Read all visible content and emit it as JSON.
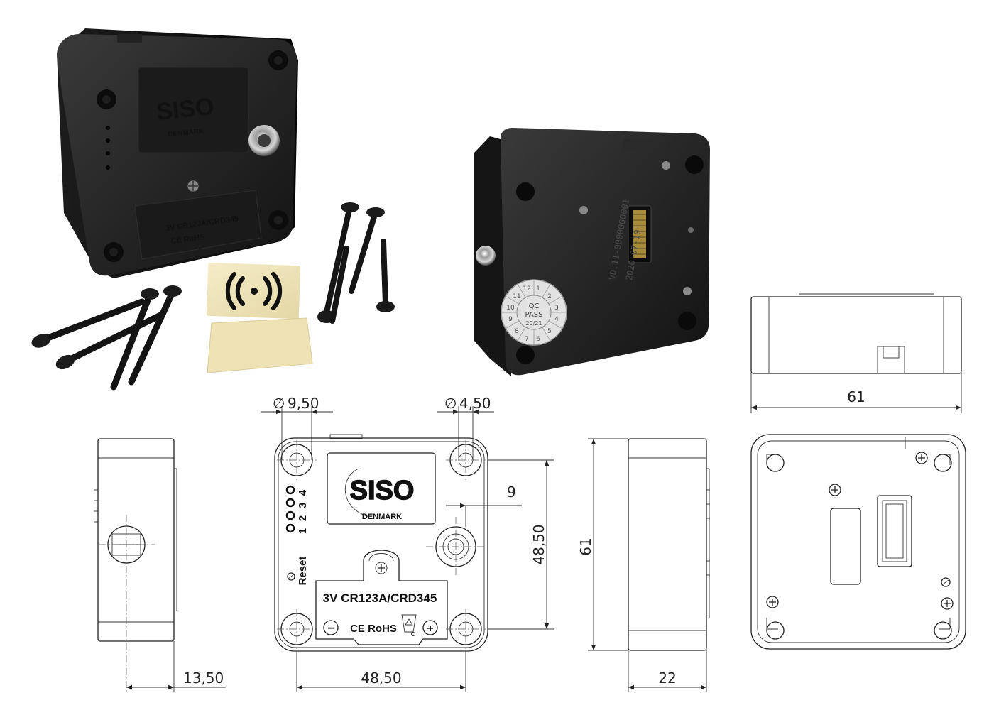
{
  "photos": {
    "front_logo": "SISO",
    "front_logo_sub": "DENMARK",
    "front_label_1": "3V CR123A/CRD345",
    "front_label_2": "CE RoHS",
    "sticker_icon": "nfc-waves-icon",
    "back_qc_label": "QC",
    "back_pass_label": "PASS",
    "back_qc_year": "20/21",
    "back_qc_months": [
      "1",
      "2",
      "3",
      "4",
      "5",
      "6",
      "7",
      "8",
      "9",
      "10",
      "11",
      "12"
    ],
    "back_serial": "VD.11-0000000001",
    "back_date": "2020-07-10"
  },
  "drawings": {
    "side_left": {
      "dim_depth": "13,50"
    },
    "front": {
      "dim_hole_large": "9,50",
      "dim_hole_small": "4,50",
      "diameter_symbol": "∅",
      "dim_offset": "9",
      "dim_vertical": "48,50",
      "dim_horizontal": "48,50",
      "logo": "SISO",
      "logo_sub": "DENMARK",
      "led_labels": [
        "1",
        "2",
        "3",
        "4"
      ],
      "reset_label": "Reset",
      "battery_label": "3V CR123A/CRD345",
      "cert_label": "CE RoHS",
      "minus_symbol": "−",
      "plus_symbol": "+"
    },
    "side_right": {
      "dim_height": "61",
      "dim_depth": "22"
    },
    "top": {
      "dim_width": "61"
    },
    "back": {}
  }
}
